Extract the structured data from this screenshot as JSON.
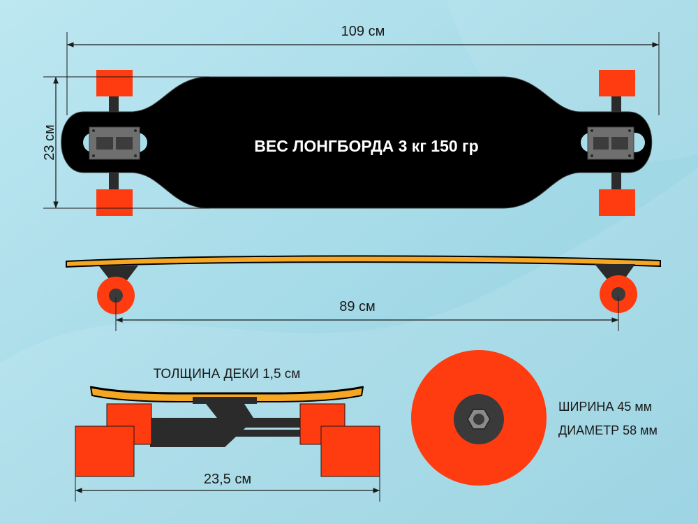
{
  "top_view": {
    "length_label": "109 см",
    "width_label": "23 см",
    "weight_label": "ВЕС ЛОНГБОРДА 3 кг 150 гр"
  },
  "side_view": {
    "wheelbase_label": "89 см"
  },
  "front_view": {
    "deck_thickness_label": "ТОЛЩИНА ДЕКИ 1,5 см",
    "axle_width_label": "23,5 см"
  },
  "wheel_view": {
    "width_label": "ШИРИНА 45 мм",
    "diameter_label": "ДИАМЕТР 58 мм"
  },
  "colors": {
    "background": "#a8dde9",
    "deck": "#000000",
    "wheel": "#ff3b10",
    "truck": "#2b2b2b",
    "deck_edge": "#f5a623",
    "baseplate": "#6f6f6f"
  }
}
